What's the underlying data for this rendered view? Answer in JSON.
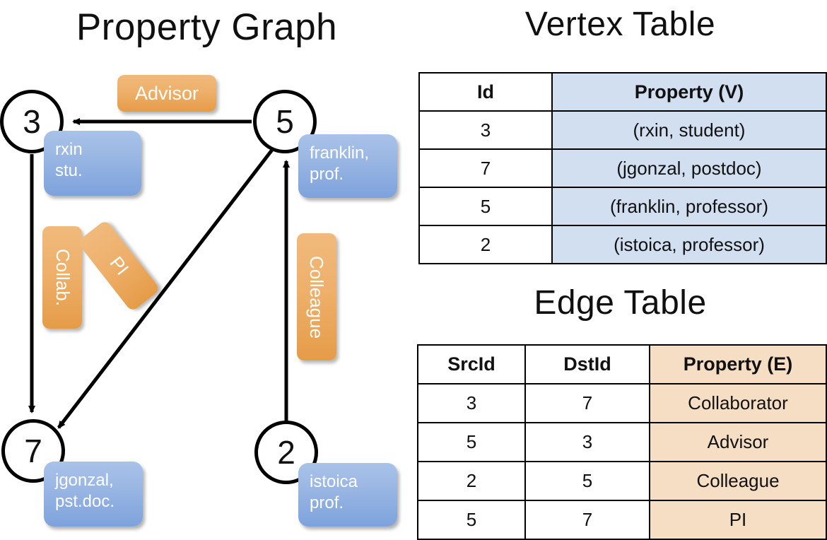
{
  "titles": {
    "graph": "Property Graph",
    "vertex_table": "Vertex Table",
    "edge_table": "Edge Table"
  },
  "colors": {
    "vertex_property_fill": "#d2dff0",
    "edge_property_fill": "#f6dec4",
    "vertex_box": "#8fb0e0",
    "edge_box": "#eeae66",
    "stroke": "#000000"
  },
  "graph": {
    "nodes": [
      {
        "id": "3",
        "label": "3",
        "property": "rxin\nstu."
      },
      {
        "id": "5",
        "label": "5",
        "property": "franklin,\nprof."
      },
      {
        "id": "7",
        "label": "7",
        "property": "jgonzal,\npst.doc."
      },
      {
        "id": "2",
        "label": "2",
        "property": "istoica\nprof."
      }
    ],
    "edge_labels": [
      {
        "name": "advisor",
        "text": "Advisor",
        "orientation": "horizontal"
      },
      {
        "name": "collab",
        "text": "Collab.",
        "orientation": "vertical"
      },
      {
        "name": "pi",
        "text": "PI",
        "orientation": "vertical-rotated"
      },
      {
        "name": "colleague",
        "text": "Colleague",
        "orientation": "vertical"
      }
    ],
    "edges": [
      {
        "from": "5",
        "to": "3",
        "label": "Advisor"
      },
      {
        "from": "3",
        "to": "7",
        "label": "Collab."
      },
      {
        "from": "5",
        "to": "7",
        "label": "PI"
      },
      {
        "from": "2",
        "to": "5",
        "label": "Colleague"
      }
    ]
  },
  "vertex_table": {
    "headers": [
      "Id",
      "Property (V)"
    ],
    "rows": [
      {
        "id": "3",
        "property": "(rxin, student)"
      },
      {
        "id": "7",
        "property": "(jgonzal, postdoc)"
      },
      {
        "id": "5",
        "property": "(franklin, professor)"
      },
      {
        "id": "2",
        "property": "(istoica, professor)"
      }
    ]
  },
  "edge_table": {
    "headers": [
      "SrcId",
      "DstId",
      "Property (E)"
    ],
    "rows": [
      {
        "src": "3",
        "dst": "7",
        "property": "Collaborator"
      },
      {
        "src": "5",
        "dst": "3",
        "property": "Advisor"
      },
      {
        "src": "2",
        "dst": "5",
        "property": "Colleague"
      },
      {
        "src": "5",
        "dst": "7",
        "property": "PI"
      }
    ]
  }
}
